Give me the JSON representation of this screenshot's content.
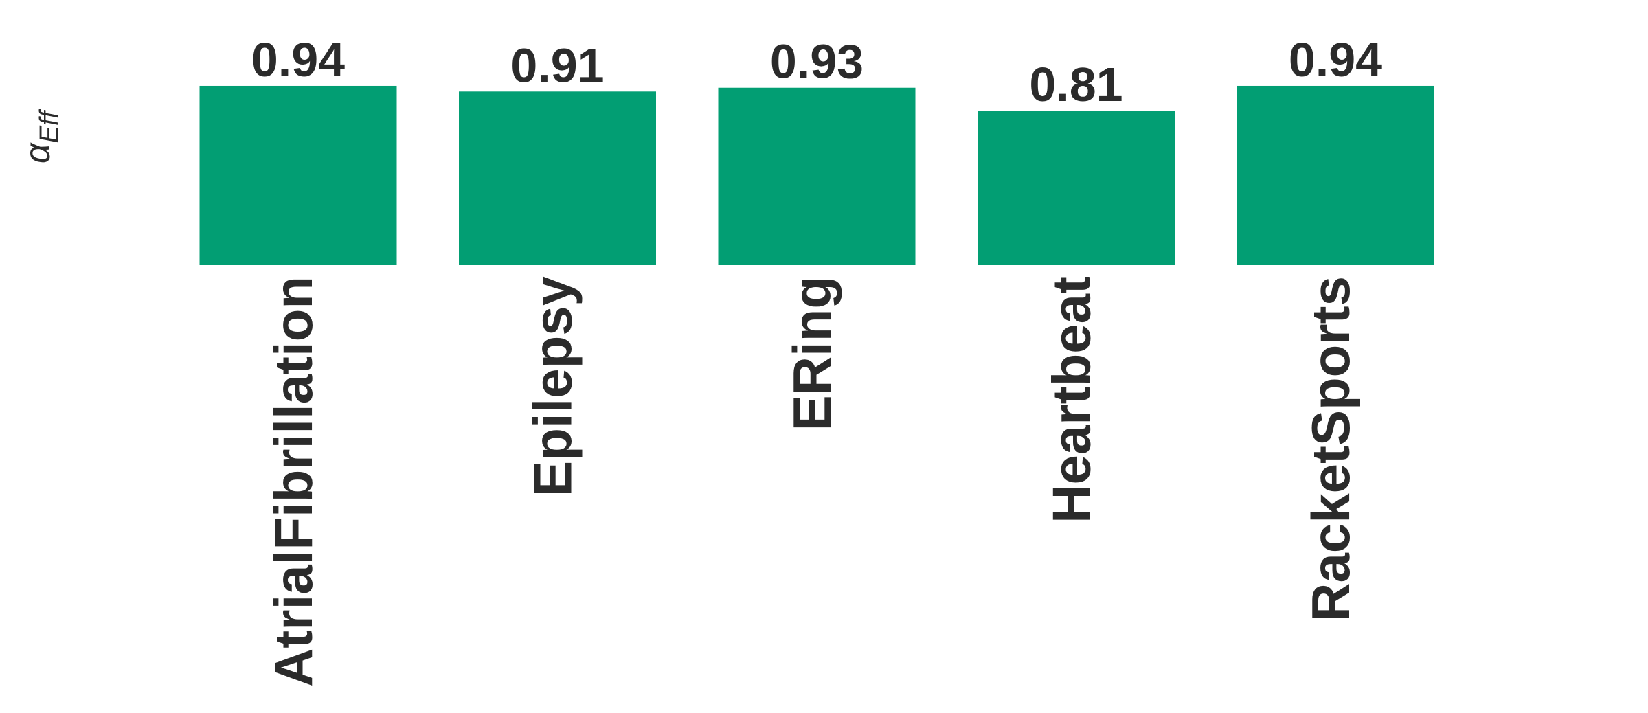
{
  "colors": {
    "bar": "#029e73",
    "text": "#2b2b2b",
    "background": "#ffffff"
  },
  "chart_data": {
    "type": "bar",
    "categories": [
      "AtrialFibrillation",
      "Epilepsy",
      "ERing",
      "Heartbeat",
      "RacketSports"
    ],
    "values": [
      0.94,
      0.91,
      0.93,
      0.81,
      0.94
    ],
    "data_labels": [
      "0.94",
      "0.91",
      "0.93",
      "0.81",
      "0.94"
    ],
    "title": "",
    "xlabel": "",
    "ylabel": "α",
    "ylabel_subscript": "Eff",
    "ylim": [
      0,
      1
    ],
    "grid": false,
    "legend": "none"
  }
}
